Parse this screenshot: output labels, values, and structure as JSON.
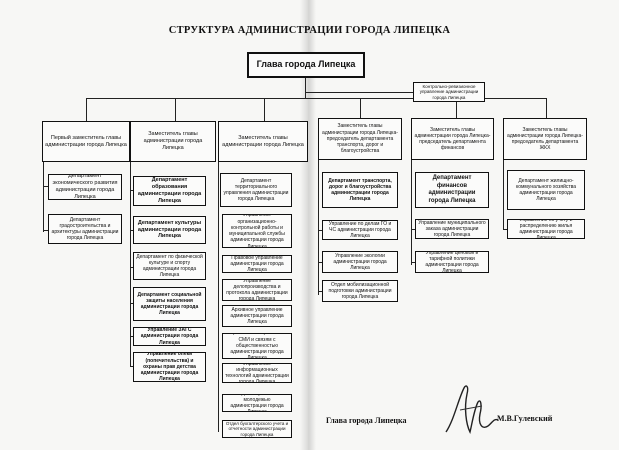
{
  "title": "СТРУКТУРА АДМИНИСТРАЦИИ ГОРОДА ЛИПЕЦКА",
  "head": "Глава города Липецка",
  "control": "Контрольно-ревизионное управление администрации города Липецка",
  "deputies": [
    "Первый заместитель главы администрации города Липецка",
    "Заместитель главы администрации города Липецка",
    "Заместитель главы администрации города Липецка",
    "Заместитель главы администрации города Липецка-председатель департамента транспорта, дорог и благоустройства",
    "Заместитель главы администрации города Липецка-председатель департамента финансов",
    "Заместитель главы администрации города Липецка-председатель департамента ЖКХ"
  ],
  "col1": [
    "Департамент экономического развития администрации города Липецка",
    "Департамент градостроительства и архитектуры администрации города Липецка"
  ],
  "col2": [
    "Департамент образования администрации города Липецка",
    "Департамент культуры администрации города Липецка",
    "Департамент по физической культуре и спорту администрации города Липецка",
    "Департамент социальной защиты населения администрации города Липецка",
    "Управление ЗАГС администрации города Липецка",
    "Управление опеки (попечительства) и охраны прав детства администрации города Липецка"
  ],
  "col3": [
    "Департамент территориального управления администрации города Липецка",
    "Управление организационно-контрольной работы и муниципальной службы администрации города Липецка",
    "Правовое управление администрации города Липецка",
    "Управление делопроизводства и протокола администрации города Липецка",
    "Архивное управление администрации города Липецка",
    "Управление по работе со СМИ и связям с общественностью администрации города Липецка",
    "Управление информационных технологий администрации города Липецка",
    "Отдел по работе с молодежью администрации города Липецка",
    "Отдел бухгалтерского учета и отчетности администрации города Липецка"
  ],
  "col4": [
    "Департамент транспорта, дорог и благоустройства администрации города Липецка",
    "Управление по делам ГО и ЧС администрации города Липецка",
    "Управление экологии администрации города Липецка",
    "Отдел мобилизационной подготовки администрации города Липецка"
  ],
  "col5": [
    "Департамент финансов администрации города Липецка",
    "Управление муниципального заказа администрации города Липецка",
    "Управление ценовой и тарифной политики администрации города Липецка"
  ],
  "col6": [
    "Департамент жилищно-коммунального хозяйства администрации города Липецка",
    "Управление по учету и распределению жилья администрации города Липецка"
  ],
  "sign_title": "Глава города Липецка",
  "sign_name": "М.В.Гулевский"
}
